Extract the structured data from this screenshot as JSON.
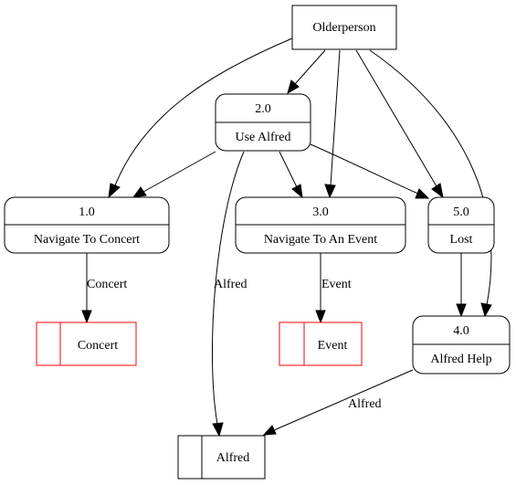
{
  "diagram": {
    "entity": {
      "name": "Olderperson"
    },
    "processes": [
      {
        "id": "2.0",
        "label": "Use Alfred"
      },
      {
        "id": "1.0",
        "label": "Navigate To Concert"
      },
      {
        "id": "3.0",
        "label": "Navigate To An Event"
      },
      {
        "id": "5.0",
        "label": "Lost"
      },
      {
        "id": "4.0",
        "label": "Alfred Help"
      }
    ],
    "stores": [
      {
        "name": "Concert",
        "outline_color": "#ff0000"
      },
      {
        "name": "Event",
        "outline_color": "#ff0000"
      },
      {
        "name": "Alfred",
        "outline_color": "#000000"
      }
    ],
    "edge_labels": {
      "concert": "Concert",
      "event": "Event",
      "alfred_left": "Alfred",
      "alfred_right": "Alfred"
    }
  }
}
